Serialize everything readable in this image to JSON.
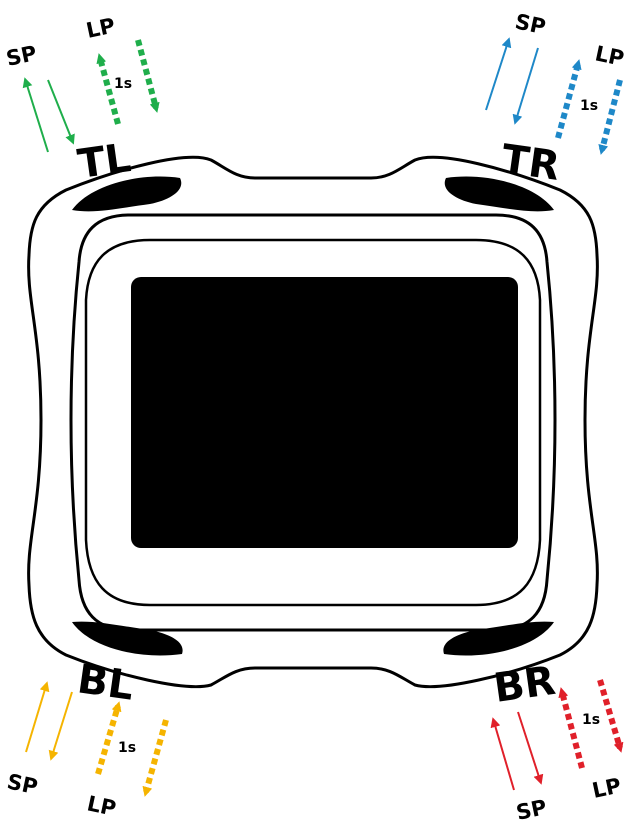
{
  "buttons": [
    {
      "id": "tl",
      "label": "TL",
      "short_press": "SP",
      "long_press": "LP",
      "duration": "1s",
      "color": "#1fae4b"
    },
    {
      "id": "tr",
      "label": "TR",
      "short_press": "SP",
      "long_press": "LP",
      "duration": "1s",
      "color": "#1e88c8"
    },
    {
      "id": "bl",
      "label": "BL",
      "short_press": "SP",
      "long_press": "LP",
      "duration": "1s",
      "color": "#f5b400"
    },
    {
      "id": "br",
      "label": "BR",
      "short_press": "SP",
      "long_press": "LP",
      "duration": "1s",
      "color": "#e0202a"
    }
  ],
  "device": {
    "body_color": "#ffffff",
    "outline_color": "#000000",
    "screen_color": "#000000"
  }
}
